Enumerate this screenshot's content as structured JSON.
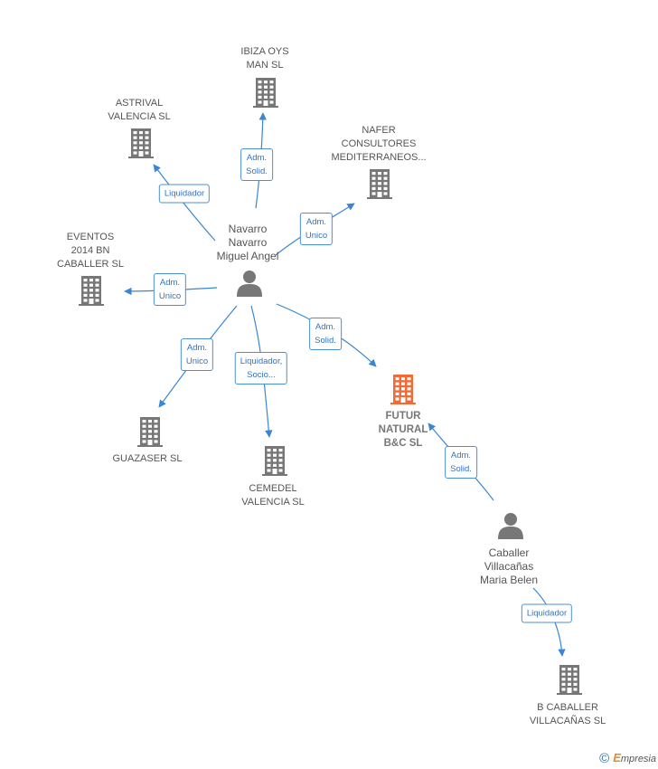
{
  "companies": [
    {
      "id": "ibiza",
      "lines": [
        "IBIZA OYS",
        "MAN  SL"
      ],
      "highlight": false
    },
    {
      "id": "astrival",
      "lines": [
        "ASTRIVAL",
        "VALENCIA SL"
      ],
      "highlight": false
    },
    {
      "id": "nafer",
      "lines": [
        "NAFER",
        "CONSULTORES",
        "MEDITERRANEOS..."
      ],
      "highlight": false
    },
    {
      "id": "eventos",
      "lines": [
        "EVENTOS",
        "2014 BN",
        "CABALLER  SL"
      ],
      "highlight": false
    },
    {
      "id": "guazaser",
      "lines": [
        "GUAZASER SL"
      ],
      "highlight": false
    },
    {
      "id": "cemedel",
      "lines": [
        "CEMEDEL",
        "VALENCIA SL"
      ],
      "highlight": false
    },
    {
      "id": "futur",
      "lines": [
        "FUTUR",
        "NATURAL",
        "B&C  SL"
      ],
      "highlight": true
    },
    {
      "id": "bcaballer",
      "lines": [
        "B CABALLER",
        "VILLACAÑAS  SL"
      ],
      "highlight": false
    }
  ],
  "persons": [
    {
      "id": "navarro",
      "lines": [
        "Navarro",
        "Navarro",
        "Miguel Angel"
      ]
    },
    {
      "id": "caballer",
      "lines": [
        "Caballer",
        "Villacañas",
        "Maria Belen"
      ]
    }
  ],
  "edges": [
    {
      "id": "navarro-ibiza",
      "lines": [
        "Adm.",
        "Solid."
      ]
    },
    {
      "id": "navarro-astrival",
      "lines": [
        "Liquidador"
      ]
    },
    {
      "id": "navarro-nafer",
      "lines": [
        "Adm.",
        "Unico"
      ]
    },
    {
      "id": "navarro-eventos",
      "lines": [
        "Adm.",
        "Unico"
      ]
    },
    {
      "id": "navarro-guazaser",
      "lines": [
        "Adm.",
        "Unico"
      ]
    },
    {
      "id": "navarro-cemedel",
      "lines": [
        "Liquidador,",
        "Socio..."
      ]
    },
    {
      "id": "navarro-futur",
      "lines": [
        "Adm.",
        "Solid."
      ]
    },
    {
      "id": "caballer-futur",
      "lines": [
        "Adm.",
        "Solid."
      ]
    },
    {
      "id": "caballer-bcaballer",
      "lines": [
        "Liquidador"
      ]
    }
  ],
  "colors": {
    "edge": "#3a86d4",
    "building": "#777777",
    "building_highlight": "#f26a35",
    "person": "#777777"
  },
  "footer": {
    "copyright": "©",
    "brand_initial": "E",
    "brand_rest": "mpresia"
  }
}
